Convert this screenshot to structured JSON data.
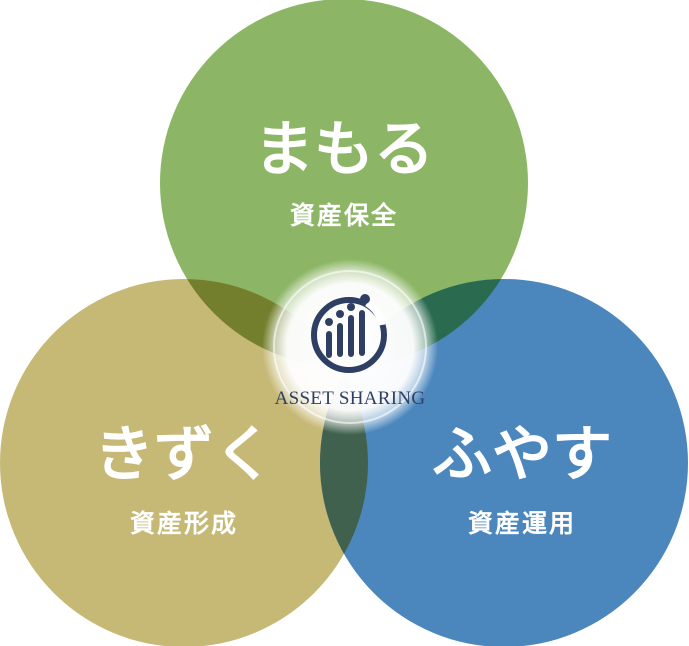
{
  "diagram": {
    "circles": [
      {
        "id": "protect",
        "title": "まもる",
        "subtitle": "資産保全",
        "color": "#8cb665"
      },
      {
        "id": "build",
        "title": "きずく",
        "subtitle": "資産形成",
        "color": "#c6b875"
      },
      {
        "id": "grow",
        "title": "ふやす",
        "subtitle": "資産運用",
        "color": "#4b87bd"
      }
    ],
    "overlap_colors": {
      "protect_build": "#737f2d",
      "protect_grow": "#2a6b50",
      "build_grow": "#40614d"
    },
    "center_logo": {
      "icon": "asset-sharing-logo-icon",
      "text": "ASSET SHARING",
      "color": "#2f3f63"
    }
  }
}
